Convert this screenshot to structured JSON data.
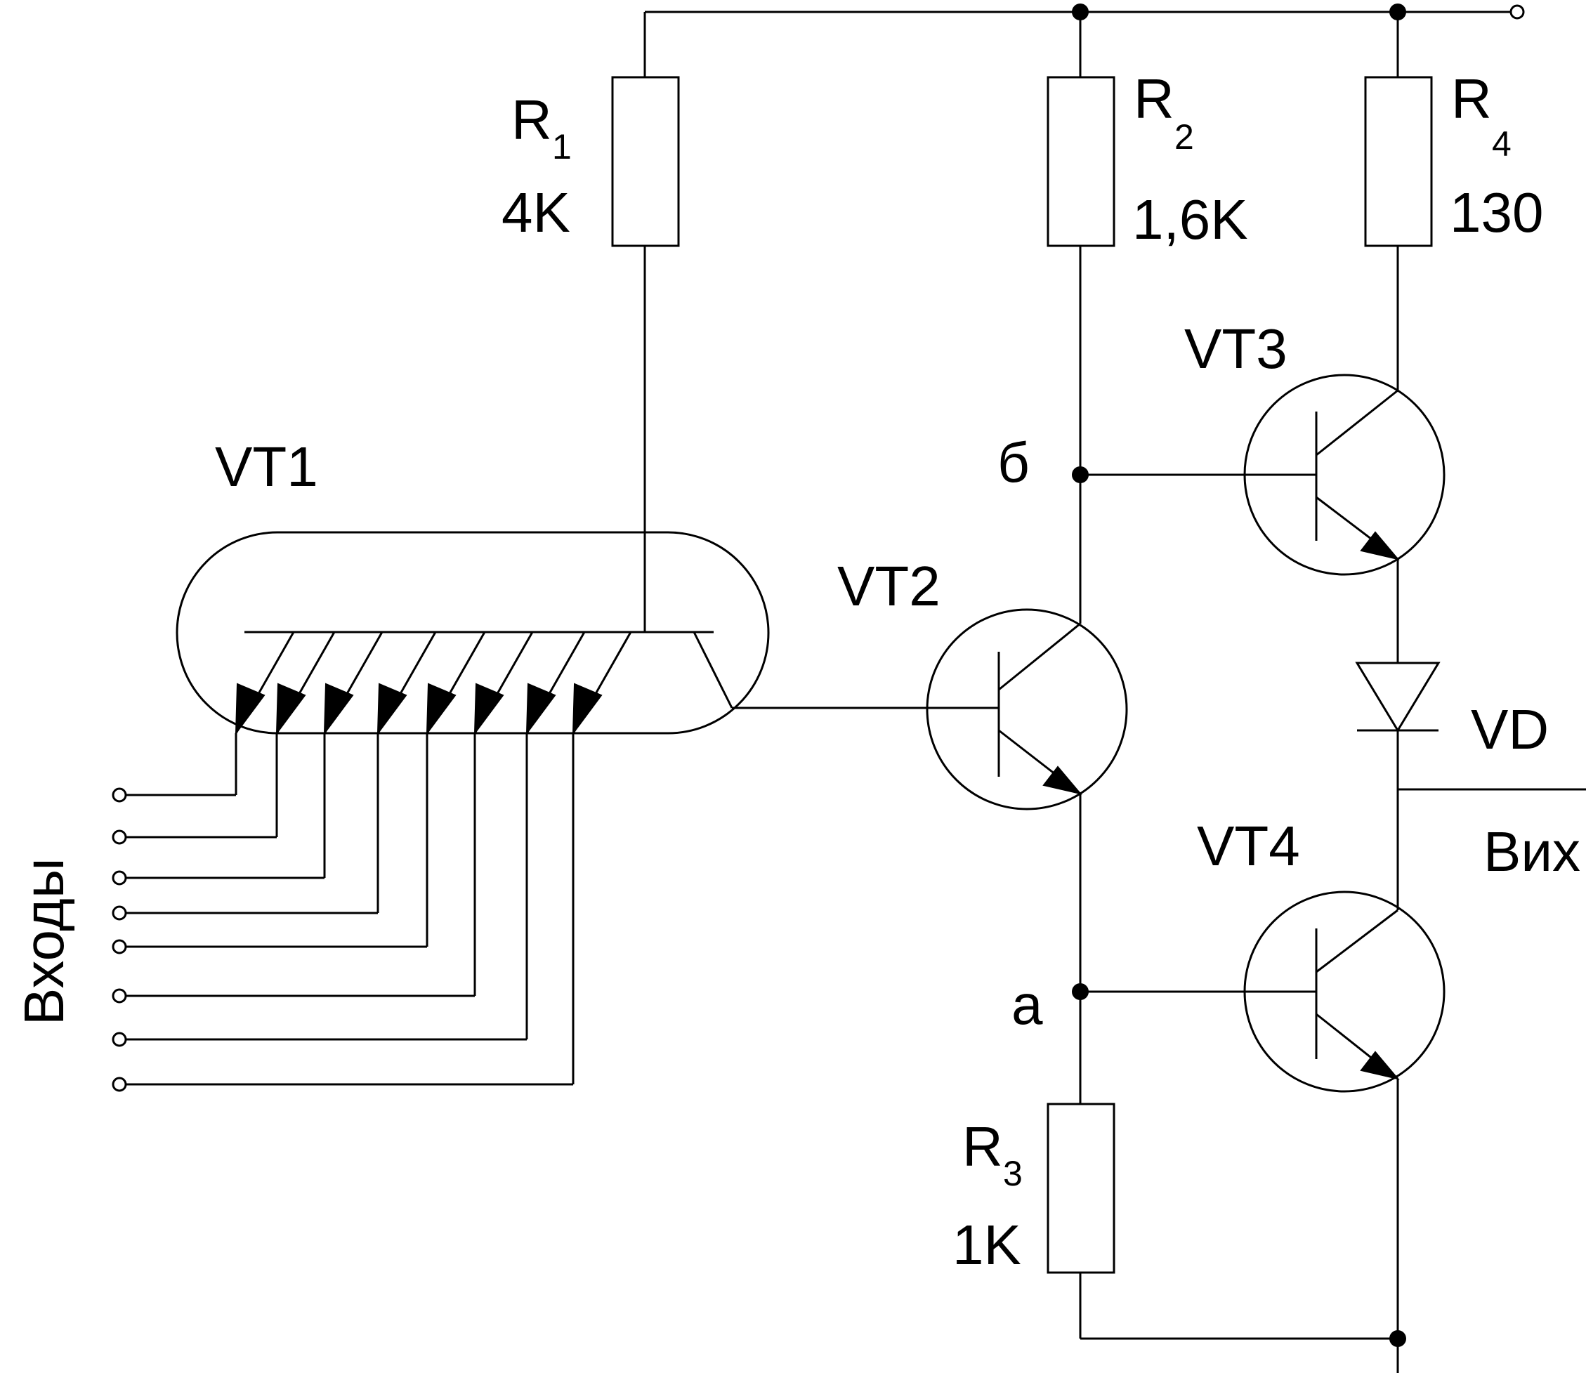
{
  "components": {
    "r1": {
      "name": "R",
      "sub": "1",
      "value": "4K"
    },
    "r2": {
      "name": "R",
      "sub": "2",
      "value": "1,6K"
    },
    "r3": {
      "name": "R",
      "sub": "3",
      "value": "1K"
    },
    "r4": {
      "name": "R",
      "sub": "4",
      "value": "130"
    },
    "vt1": "VT1",
    "vt2": "VT2",
    "vt3": "VT3",
    "vt4": "VT4",
    "vd": "VD"
  },
  "nodes": {
    "b": "б",
    "a": "a"
  },
  "labels": {
    "inputs": "Входы",
    "output": "Вих"
  }
}
